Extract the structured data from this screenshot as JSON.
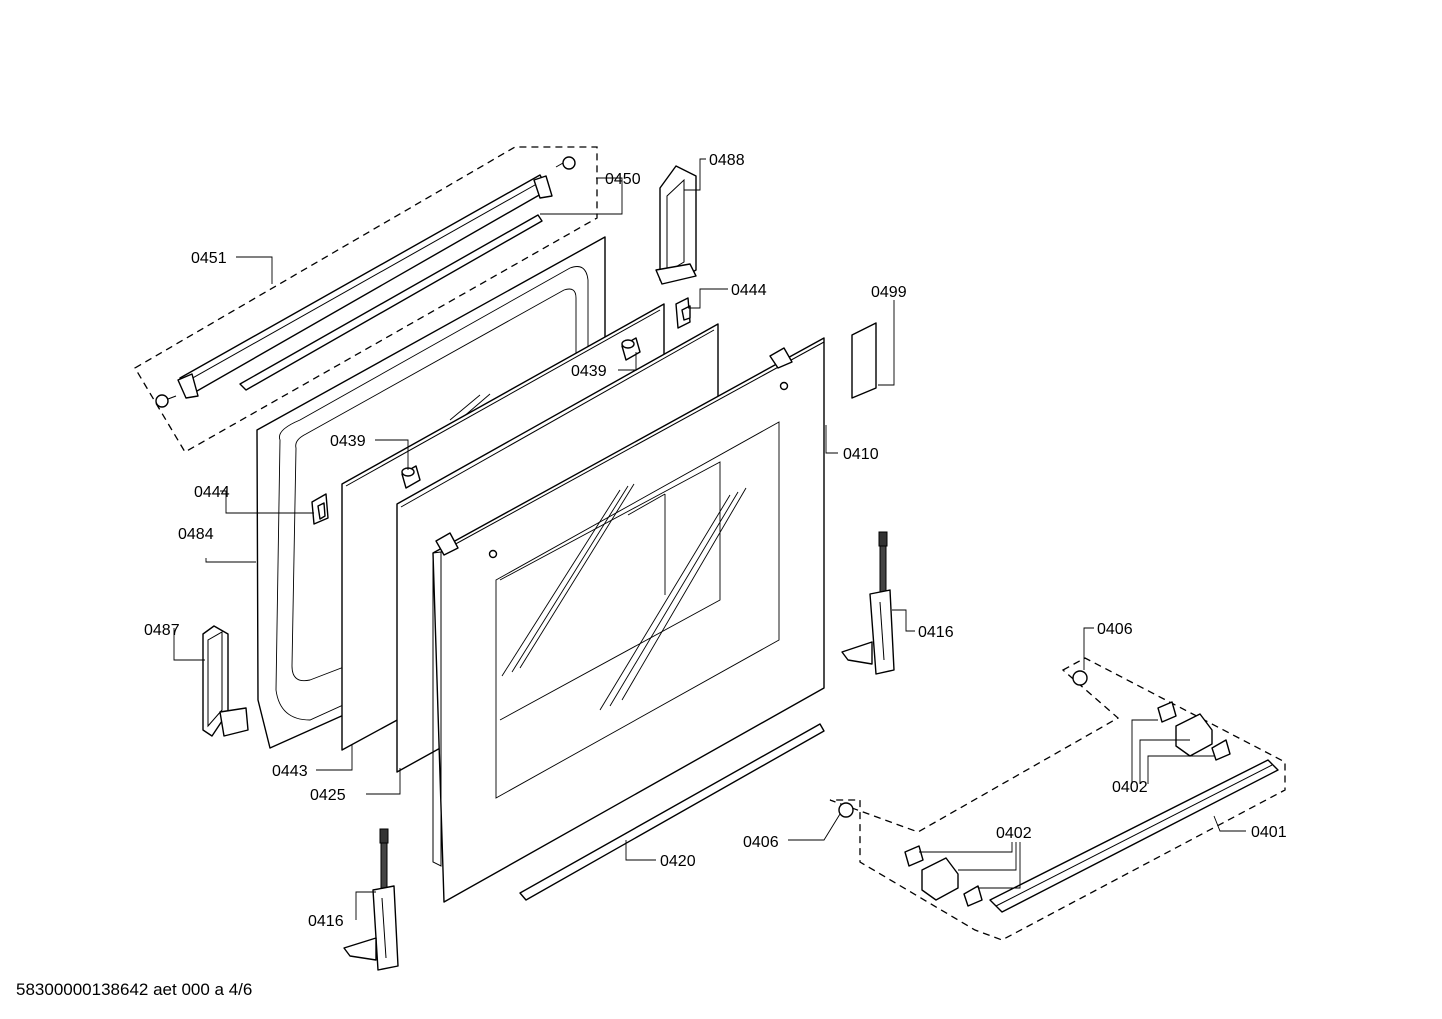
{
  "callouts": {
    "c0451": "0451",
    "c0450": "0450",
    "c0488": "0488",
    "c0444a": "0444",
    "c0499": "0499",
    "c0439a": "0439",
    "c0439b": "0439",
    "c0410": "0410",
    "c0444b": "0444",
    "c0484": "0484",
    "c0416a": "0416",
    "c0487": "0487",
    "c0406a": "0406",
    "c0402a": "0402",
    "c0443": "0443",
    "c0425": "0425",
    "c0406b": "0406",
    "c0402b": "0402",
    "c0401": "0401",
    "c0420": "0420",
    "c0416b": "0416"
  },
  "footer": {
    "doc_id": "58300000138642 aet 000 a 4/6"
  }
}
